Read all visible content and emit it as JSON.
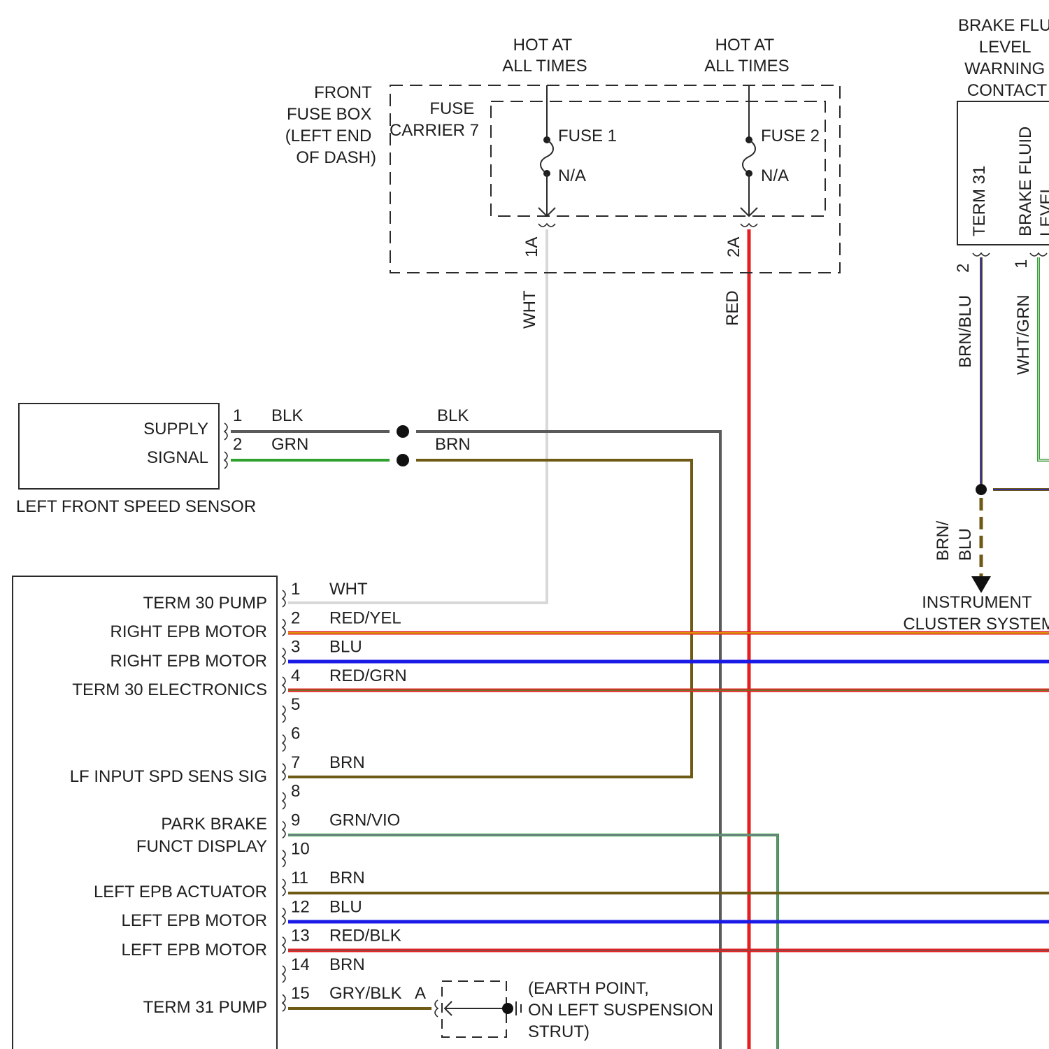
{
  "colors": {
    "white_wire": "#d8d8d8",
    "red": "#e41f1f",
    "black_wire": "#5a5a5a",
    "green": "#2fa12f",
    "brown": "#6e5a14",
    "blue": "#1a1ae6",
    "yellow": "#d8c400",
    "violet": "#7a3fb8",
    "outline": "#2a2a2a"
  },
  "hot_labels": [
    "HOT AT\nALL TIMES",
    "HOT AT\nALL TIMES"
  ],
  "fuse_box": {
    "title": "FRONT\nFUSE BOX\n(LEFT END\nOF DASH)",
    "carrier": "FUSE\nCARRIER 7",
    "fuses": [
      {
        "name": "FUSE 1",
        "rating": "N/A",
        "pin": "1A",
        "wire": "WHT"
      },
      {
        "name": "FUSE 2",
        "rating": "N/A",
        "pin": "2A",
        "wire": "RED"
      }
    ]
  },
  "brake_fluid": {
    "title": "BRAKE FLU\nLEVEL\nWARNING\nCONTACT",
    "term_label": "TERM 31",
    "level_label": "BRAKE FLUID\nLEVEL",
    "pin_2": "2",
    "pin_1": "1",
    "wire_2": "BRN/BLU",
    "wire_1": "WHT/GRN",
    "cont_wire": "BRN/\nBLU",
    "instrument": "INSTRUMENT\nCLUSTER SYSTEM"
  },
  "speed_sensor": {
    "name": "LEFT FRONT SPEED SENSOR",
    "pins": [
      {
        "label": "SUPPLY",
        "num": "1",
        "wire_in": "BLK",
        "wire_out": "BLK"
      },
      {
        "label": "SIGNAL",
        "num": "2",
        "wire_in": "GRN",
        "wire_out": "BRN"
      }
    ]
  },
  "module": {
    "labels": [
      "TERM 30 PUMP",
      "RIGHT EPB MOTOR",
      "RIGHT EPB MOTOR",
      "TERM 30 ELECTRONICS",
      "LF INPUT SPD SENS SIG",
      "PARK BRAKE\nFUNCT DISPLAY",
      "LEFT EPB ACTUATOR",
      "LEFT EPB MOTOR",
      "LEFT EPB MOTOR",
      "TERM 31 PUMP"
    ],
    "pins": [
      {
        "num": "1",
        "wire": "WHT"
      },
      {
        "num": "2",
        "wire": "RED/YEL"
      },
      {
        "num": "3",
        "wire": "BLU"
      },
      {
        "num": "4",
        "wire": "RED/GRN"
      },
      {
        "num": "5",
        "wire": ""
      },
      {
        "num": "6",
        "wire": ""
      },
      {
        "num": "7",
        "wire": "BRN"
      },
      {
        "num": "8",
        "wire": ""
      },
      {
        "num": "9",
        "wire": "GRN/VIO"
      },
      {
        "num": "10",
        "wire": ""
      },
      {
        "num": "11",
        "wire": "BRN"
      },
      {
        "num": "12",
        "wire": "BLU"
      },
      {
        "num": "13",
        "wire": "RED/BLK"
      },
      {
        "num": "14",
        "wire": "BRN"
      },
      {
        "num": "15",
        "wire": "GRY/BLK"
      }
    ]
  },
  "ground": {
    "connector": "A",
    "label": "(EARTH POINT,\nON LEFT SUSPENSION\nSTRUT)"
  }
}
